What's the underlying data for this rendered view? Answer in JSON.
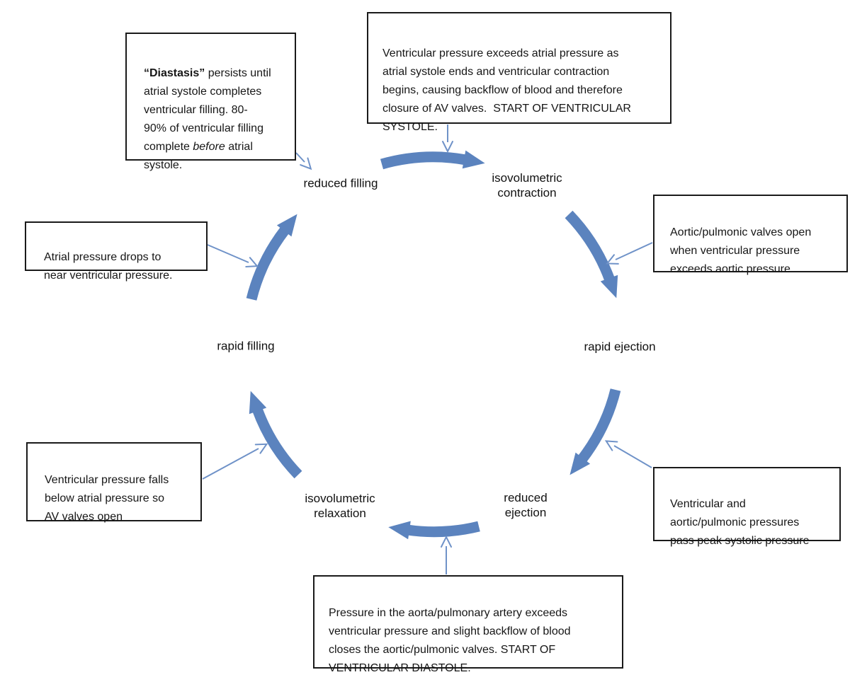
{
  "diagram": {
    "colors": {
      "thick_arrow": "#5b83be",
      "connector_arrow": "#6f92c8",
      "box_border": "#1a1a1a",
      "text": "#161616"
    },
    "phases": [
      {
        "label": "reduced filling"
      },
      {
        "label": "isovolumetric\ncontraction"
      },
      {
        "label": "rapid ejection"
      },
      {
        "label": "reduced\nejection"
      },
      {
        "label": "isovolumetric\nrelaxation"
      },
      {
        "label": "rapid filling"
      }
    ],
    "cycle_arrows": [
      {
        "from": "reduced filling",
        "to": "isovolumetric contraction"
      },
      {
        "from": "isovolumetric contraction",
        "to": "rapid ejection"
      },
      {
        "from": "rapid ejection",
        "to": "reduced ejection"
      },
      {
        "from": "reduced ejection",
        "to": "isovolumetric relaxation"
      },
      {
        "from": "isovolumetric relaxation",
        "to": "rapid filling"
      },
      {
        "from": "rapid filling",
        "to": "reduced filling"
      }
    ],
    "callouts": {
      "diastasis": {
        "bold": "“Diastasis”",
        "text": " persists until\natrial systole completes\nventricular filling. 80-\n90% of ventricular filling\ncomplete ",
        "italic": "before",
        "text2": " atrial systole."
      },
      "ventricular_systole": {
        "text": "Ventricular pressure exceeds atrial pressure as\natrial systole ends and ventricular contraction\nbegins, causing backflow of blood and therefore\nclosure of AV valves.  START OF VENTRICULAR\nSYSTOLE."
      },
      "atrial_drop": {
        "text": "Atrial pressure drops to\nnear ventricular pressure."
      },
      "aortic_open": {
        "text": "Aortic/pulmonic valves open\nwhen ventricular pressure\nexceeds aortic pressure"
      },
      "av_open": {
        "text": "Ventricular pressure falls\nbelow atrial pressure so\nAV valves open"
      },
      "peak_systolic": {
        "text": "Ventricular and\naortic/pulmonic pressures\npass peak systolic pressure"
      },
      "ventricular_diastole": {
        "text": "Pressure in the aorta/pulmonary artery exceeds\nventricular pressure and slight backflow of blood\ncloses the aortic/pulmonic valves. START OF\nVENTRICULAR DIASTOLE."
      }
    }
  }
}
